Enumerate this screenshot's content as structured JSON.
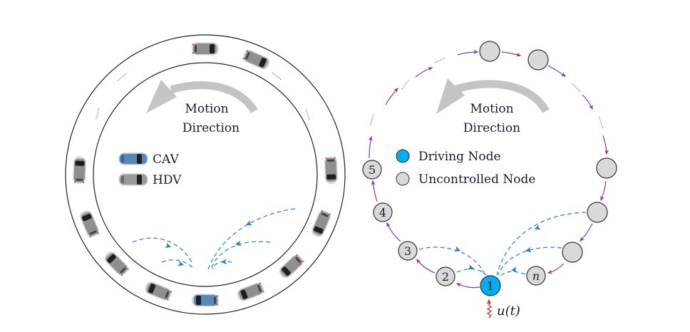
{
  "left_panel": {
    "motion_label_line1": "Motion",
    "motion_label_line2": "Direction",
    "legend": [
      {
        "label": "CAV",
        "color": "#5b86b8"
      },
      {
        "label": "HDV",
        "color": "#9a9a9a"
      }
    ],
    "ellipsis": "......",
    "vehicles": [
      {
        "type": "HDV",
        "angle_deg": 90
      },
      {
        "type": "HDV",
        "angle_deg": 66
      },
      {
        "type": "HDV",
        "angle_deg": 2
      },
      {
        "type": "HDV",
        "angle_deg": -23
      },
      {
        "type": "HDV",
        "angle_deg": -47
      },
      {
        "type": "HDV",
        "angle_deg": -69
      },
      {
        "type": "CAV",
        "angle_deg": -90
      },
      {
        "type": "HDV",
        "angle_deg": -112
      },
      {
        "type": "HDV",
        "angle_deg": -135
      },
      {
        "type": "HDV",
        "angle_deg": -157
      },
      {
        "type": "HDV",
        "angle_deg": 178
      }
    ]
  },
  "right_panel": {
    "motion_label_line1": "Motion",
    "motion_label_line2": "Direction",
    "legend": [
      {
        "label": "Driving Node",
        "color": "#00aeef"
      },
      {
        "label": "Uncontrolled Node",
        "color": "#d9d9d9"
      }
    ],
    "input_label": "u(t)",
    "nodes": [
      {
        "id": "1",
        "label": "1",
        "driving": true
      },
      {
        "id": "2",
        "label": "2",
        "driving": false
      },
      {
        "id": "3",
        "label": "3",
        "driving": false
      },
      {
        "id": "4",
        "label": "4",
        "driving": false
      },
      {
        "id": "5",
        "label": "5",
        "driving": false
      },
      {
        "id": "n",
        "label": "n",
        "driving": false
      },
      {
        "id": "r1",
        "label": "",
        "driving": false
      },
      {
        "id": "r2",
        "label": "",
        "driving": false
      },
      {
        "id": "r3",
        "label": "",
        "driving": false
      },
      {
        "id": "t1",
        "label": "",
        "driving": false
      },
      {
        "id": "t2",
        "label": "",
        "driving": false
      }
    ]
  },
  "colors": {
    "flow_arrow": "#7b3fb0",
    "feedback_arrow": "#3a86d0",
    "motion_arrow": "#c4c4c4",
    "input_signal": "#cc2a2a",
    "ring": "#222222"
  }
}
